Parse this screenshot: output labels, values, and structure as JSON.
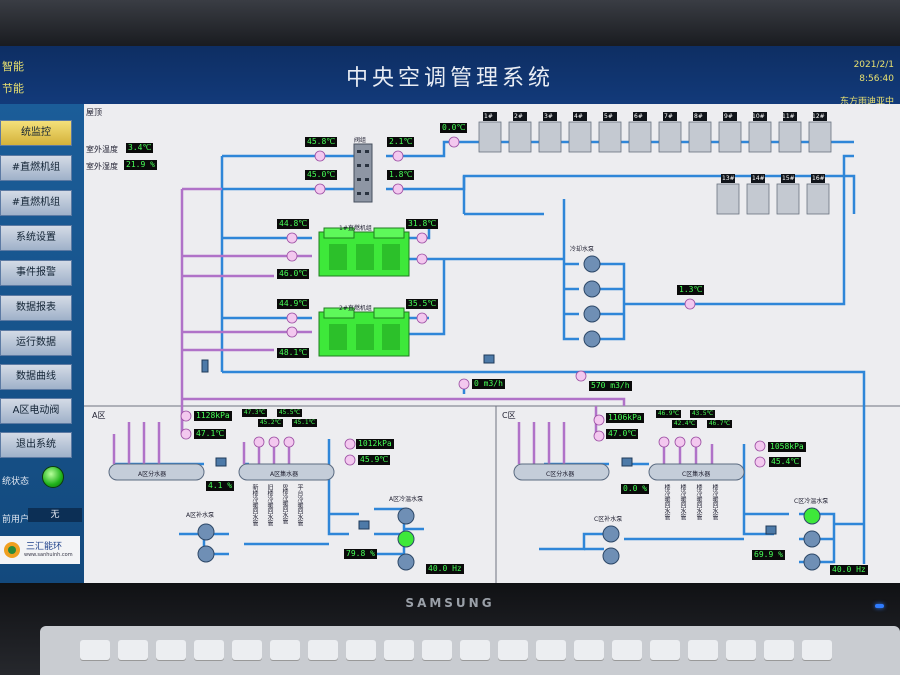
{
  "header": {
    "title": "中央空调管理系统",
    "brand_line1": "智能",
    "brand_line2": "节能",
    "date": "2021/2/1",
    "time": "8:56:40",
    "company": "东方雨迪亚中"
  },
  "sidebar": {
    "items": [
      {
        "label": "统监控"
      },
      {
        "label": "#直燃机组"
      },
      {
        "label": "#直燃机组"
      },
      {
        "label": "系统设置"
      },
      {
        "label": "事件报警"
      },
      {
        "label": "数据报表"
      },
      {
        "label": "运行数据"
      },
      {
        "label": "数据曲线"
      },
      {
        "label": "A区电动阀"
      },
      {
        "label": "退出系统"
      }
    ],
    "status_label": "统状态",
    "user_label": "前用户",
    "user_value": "无",
    "logo_text": "三汇能环",
    "logo_url": "www.sanhuinh.com"
  },
  "main": {
    "roof_label": "屋顶",
    "outdoor_temp_label": "室外温度",
    "outdoor_temp": "3.4℃",
    "outdoor_hum_label": "室外湿度",
    "outdoor_hum": "21.9 %",
    "valve_block_label": "阀组",
    "cooling_pump_label": "冷却水泵",
    "chiller1_label": "1#直燃机组",
    "chiller2_label": "2#直燃机组",
    "towers": [
      "1#",
      "2#",
      "3#",
      "4#",
      "5#",
      "6#",
      "7#",
      "8#",
      "9#",
      "10#",
      "11#",
      "12#",
      "13#",
      "14#",
      "15#",
      "16#"
    ],
    "readings": {
      "t1": "45.8℃",
      "t2": "2.1℃",
      "t3": "0.0℃",
      "t4": "45.0℃",
      "t5": "1.8℃",
      "c1_in": "44.8℃",
      "c1_out": "31.8℃",
      "c1_low": "46.0℃",
      "c2_in": "44.9℃",
      "c2_out": "35.5℃",
      "c2_low": "48.1℃",
      "cool_right": "1.3℃",
      "flow_a": "0 m3/h",
      "flow_c": "570 m3/h"
    },
    "zone_a": {
      "label": "A区",
      "pressure1": "1128kPa",
      "temp1": "47.1℃",
      "pressure2": "1012kPa",
      "temp2": "45.9℃",
      "branch_temps": [
        "47.3℃",
        "45.2℃",
        "45.5℃",
        "45.1℃"
      ],
      "valve_pct": "4.1 %",
      "pump_pct": "79.8 %",
      "freq": "40.0 Hz",
      "dist_label": "A区分水器",
      "coll_label": "A区集水器",
      "makeup_label": "A区补水泵",
      "circ_label": "A区冷温水泵",
      "branches": [
        "新楼冷暖回水管",
        "旧楼冷暖回水管",
        "B楼冷暖回水管",
        "平台冷暖回水管"
      ]
    },
    "zone_c": {
      "label": "C区",
      "pressure1": "1106kPa",
      "temp1": "47.0℃",
      "pressure2": "1058kPa",
      "temp2": "45.4℃",
      "branch_temps": [
        "46.9℃",
        "42.4℃",
        "43.5℃",
        "46.7℃"
      ],
      "valve_pct": "0.0 %",
      "pump_pct": "69.9 %",
      "freq": "40.0 Hz",
      "dist_label": "C区分水器",
      "coll_label": "C区集水器",
      "makeup_label": "C区补水泵",
      "circ_label": "C区冷温水泵",
      "branches": [
        "楼冷暖回水管",
        "楼冷暖回水管",
        "楼冷暖回水管",
        "楼冷暖回水管"
      ]
    }
  },
  "monitor": {
    "brand": "SAMSUNG"
  },
  "colors": {
    "supply": "#2f86d8",
    "return": "#b072c8",
    "chiller": "#3ee83a",
    "value_text": "#48ff58",
    "header": "#123a7a"
  }
}
